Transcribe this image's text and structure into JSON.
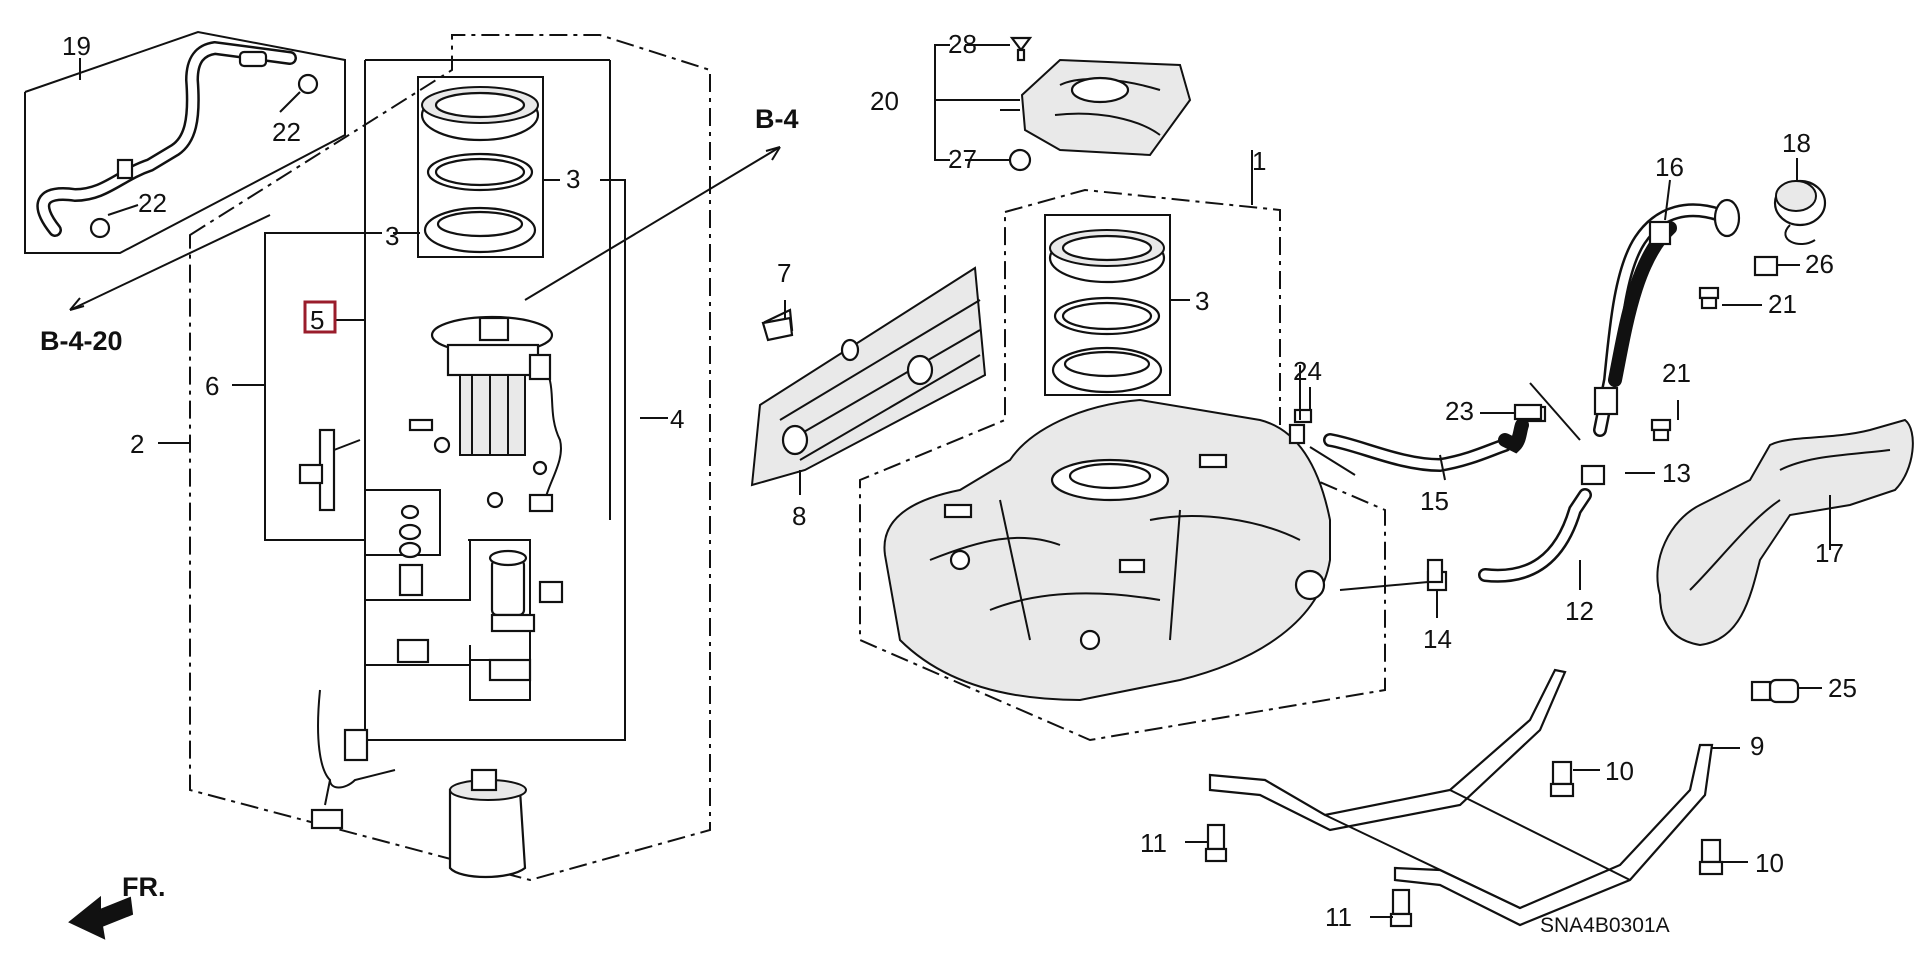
{
  "diagram": {
    "code": "SNA4B0301A",
    "refs": {
      "b4": "B-4",
      "b420": "B-4-20",
      "fr": "FR."
    },
    "highlight_color": "#9a1d2b",
    "labels": {
      "p1": "1",
      "p2": "2",
      "p3a": "3",
      "p3b": "3",
      "p3c": "3",
      "p4": "4",
      "p5": "5",
      "p6": "6",
      "p7": "7",
      "p8": "8",
      "p9": "9",
      "p10a": "10",
      "p10b": "10",
      "p11a": "11",
      "p11b": "11",
      "p12": "12",
      "p13": "13",
      "p14": "14",
      "p15": "15",
      "p16": "16",
      "p17": "17",
      "p18": "18",
      "p19": "19",
      "p20": "20",
      "p21a": "21",
      "p21b": "21",
      "p22a": "22",
      "p22b": "22",
      "p23": "23",
      "p24": "24",
      "p25": "25",
      "p26": "26",
      "p27": "27",
      "p28": "28"
    }
  }
}
